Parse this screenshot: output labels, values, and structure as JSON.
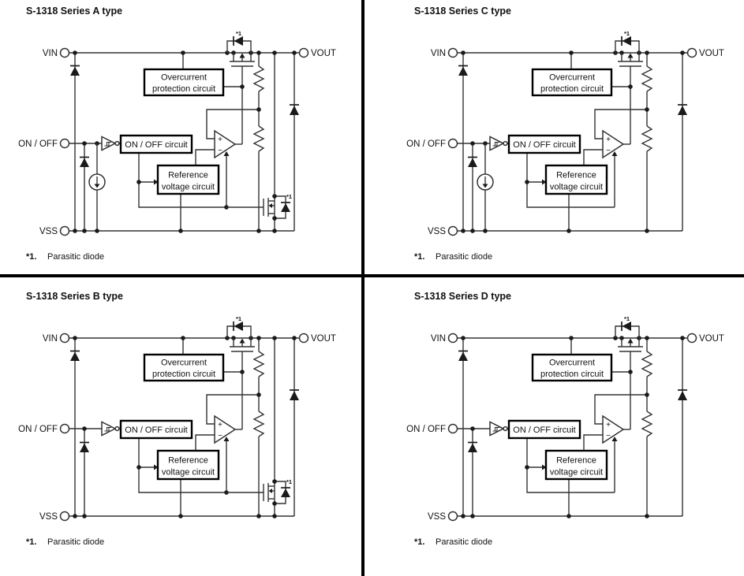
{
  "colors": {
    "background": "#ffffff",
    "divider": "#000000",
    "wire": "#333333",
    "box_border": "#000000",
    "text": "#111111"
  },
  "shared": {
    "terminals": {
      "vin": "VIN",
      "vout": "VOUT",
      "on_off": "ON / OFF",
      "vss": "VSS"
    },
    "blocks": {
      "overcurrent_line1": "Overcurrent",
      "overcurrent_line2": "protection circuit",
      "on_off_circuit": "ON / OFF circuit",
      "reference_line1": "Reference",
      "reference_line2": "voltage circuit"
    },
    "opamp": {
      "plus": "+",
      "minus": "−"
    },
    "parasitic_marker": "*1",
    "footnote": {
      "marker": "*1.",
      "text": "Parasitic diode"
    }
  },
  "diagrams": [
    {
      "id": "A",
      "title": "S-1318 Series A type",
      "grid": "top-left",
      "has_current_source": true,
      "has_discharge_mosfet": true
    },
    {
      "id": "C",
      "title": "S-1318 Series C type",
      "grid": "top-right",
      "has_current_source": true,
      "has_discharge_mosfet": false
    },
    {
      "id": "B",
      "title": "S-1318 Series B type",
      "grid": "bottom-left",
      "has_current_source": false,
      "has_discharge_mosfet": true
    },
    {
      "id": "D",
      "title": "S-1318 Series D type",
      "grid": "bottom-right",
      "has_current_source": false,
      "has_discharge_mosfet": false
    }
  ]
}
